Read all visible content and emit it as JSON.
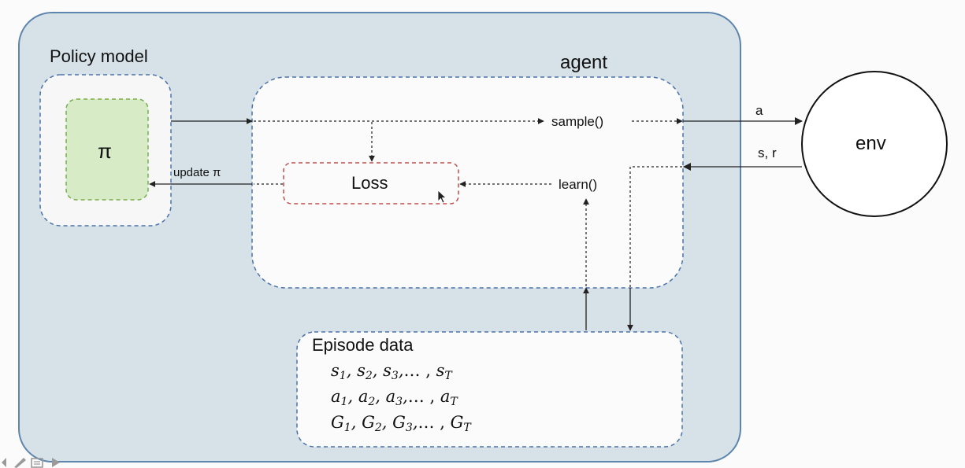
{
  "labels": {
    "policy_model": "Policy model",
    "agent": "agent",
    "pi": "π",
    "loss": "Loss",
    "sample": "sample()",
    "learn": "learn()",
    "update": "update π",
    "action": "a",
    "state_reward": "s, r",
    "env": "env",
    "episode_data": "Episode data"
  },
  "episode": {
    "states": [
      {
        "sym": "s",
        "sub": "1"
      },
      {
        "sym": "s",
        "sub": "2"
      },
      {
        "sym": "s",
        "sub": "3"
      },
      {
        "sym": "s",
        "sub": "T"
      }
    ],
    "actions": [
      {
        "sym": "a",
        "sub": "1"
      },
      {
        "sym": "a",
        "sub": "2"
      },
      {
        "sym": "a",
        "sub": "3"
      },
      {
        "sym": "a",
        "sub": "T"
      }
    ],
    "returns": [
      {
        "sym": "G",
        "sub": "1"
      },
      {
        "sym": "G",
        "sub": "2"
      },
      {
        "sym": "G",
        "sub": "3"
      },
      {
        "sym": "G",
        "sub": "T"
      }
    ]
  },
  "colors": {
    "outer_fill": "#d6e1e8",
    "outer_stroke": "#5d85ad",
    "dashed_blue": "#4a72a8",
    "inner_fill": "#fbfbfb",
    "pi_fill": "#d6ebc6",
    "pi_stroke": "#79ad4c",
    "loss_stroke": "#c0504d",
    "arrow": "#222222"
  }
}
